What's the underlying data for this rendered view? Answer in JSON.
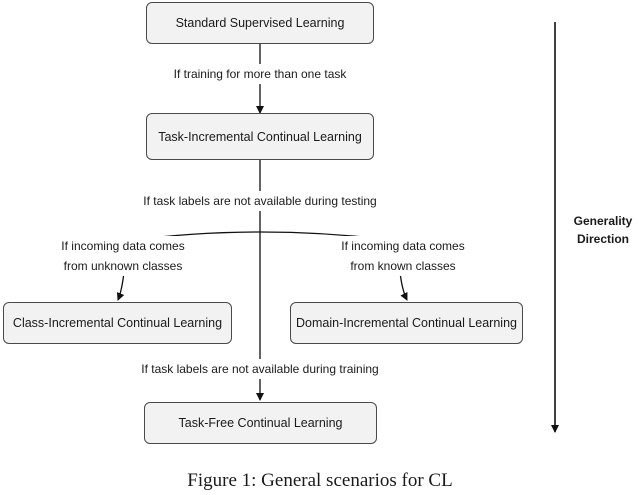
{
  "diagram": {
    "nodes": {
      "standard": "Standard Supervised Learning",
      "task_incremental": "Task-Incremental Continual Learning",
      "class_incremental": "Class-Incremental Continual Learning",
      "domain_incremental": "Domain-Incremental Continual Learning",
      "task_free": "Task-Free Continual Learning"
    },
    "edge_labels": {
      "more_than_one_task": "If training for more than one task",
      "no_labels_testing": "If task labels are not available during testing",
      "unknown_classes_1": "If incoming data comes",
      "unknown_classes_2": "from unknown classes",
      "known_classes_1": "If incoming data comes",
      "known_classes_2": "from known classes",
      "no_labels_training": "If task labels are not available during training"
    },
    "generality": {
      "line1": "Generality",
      "line2": "Direction"
    }
  },
  "caption": "Figure 1: General scenarios for CL"
}
